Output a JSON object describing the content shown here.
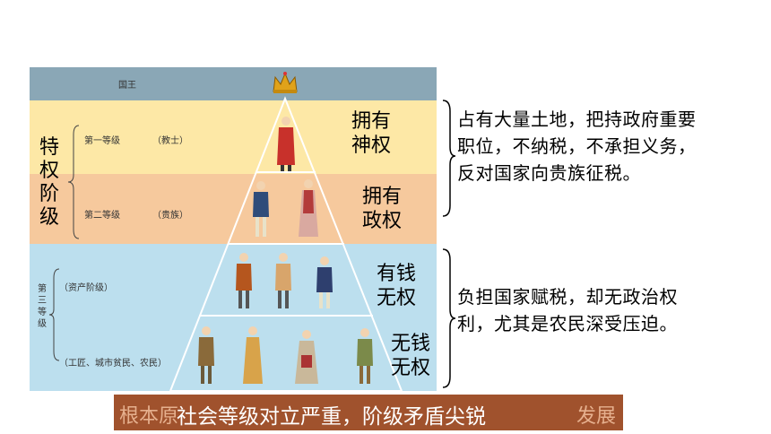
{
  "diagram": {
    "king_label": "国王",
    "first_estate_label": "第一等级",
    "first_estate_role": "（教士）",
    "second_estate_label": "第二等级",
    "second_estate_role": "（贵族）",
    "third_estate_label": "第三等级",
    "bourgeoisie_label": "（资产阶级）",
    "commoners_label": "（工匠、城市贫民、农民）",
    "privileged_label": "特权阶级"
  },
  "annotations": {
    "divine_power": [
      "拥有",
      "神权"
    ],
    "political_power": [
      "拥有",
      "政权"
    ],
    "rich_no_power": [
      "有钱",
      "无权"
    ],
    "no_money_no_power": [
      "无钱",
      "无权"
    ]
  },
  "descriptions": {
    "privileged": "占有大量土地，把持政府重要职位，不纳税，不承担义务，反对国家向贵族征税。",
    "third_estate": "负担国家赋税，却无政治权利，尤其是农民深受压迫。"
  },
  "banner": {
    "text": "社会等级对立严重，阶级矛盾尖锐",
    "background_text_left": "根本原",
    "background_text_right": "发展"
  },
  "colors": {
    "king_band": "#8aa7b6",
    "first_band": "#fde8a6",
    "second_band": "#f6c99d",
    "third_band": "#bcdfee",
    "banner_bg": "#a0522d"
  }
}
